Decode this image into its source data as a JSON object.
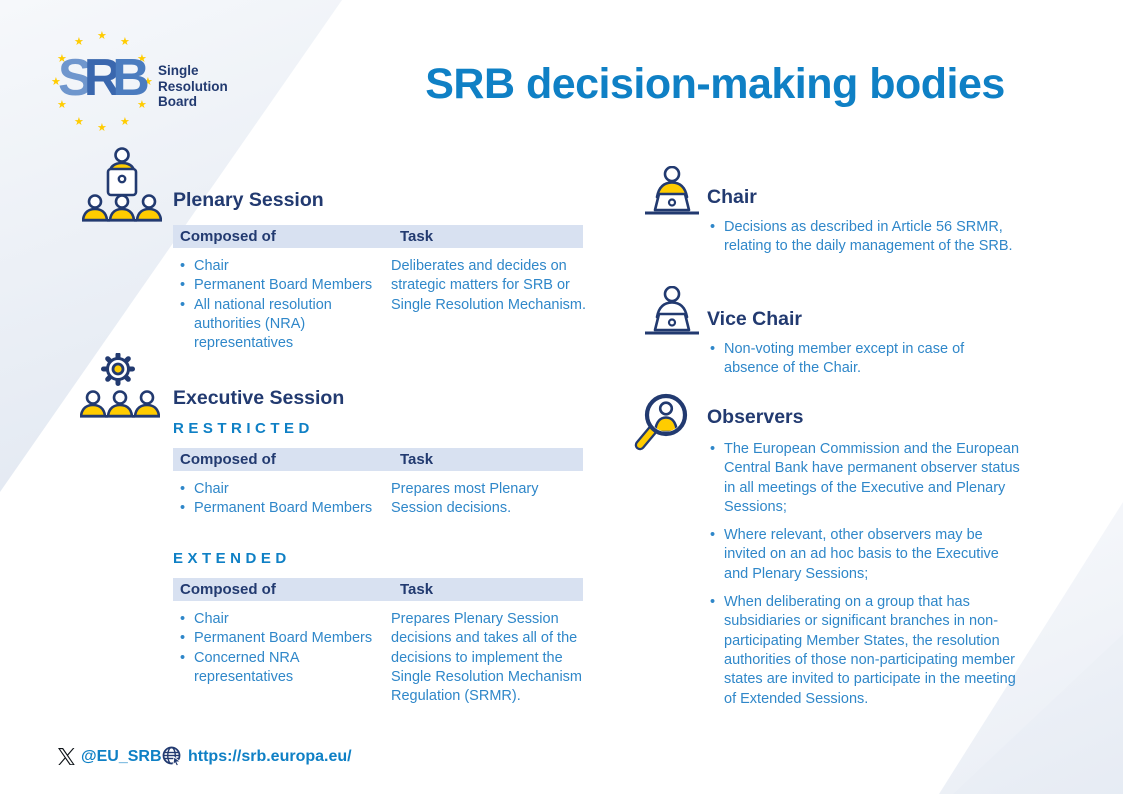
{
  "logo": {
    "acronym_letters": [
      "S",
      "R",
      "B"
    ],
    "name_lines": [
      "Single",
      "Resolution",
      "Board"
    ]
  },
  "header": {
    "title": "SRB decision-making bodies"
  },
  "left_column": {
    "plenary": {
      "heading": "Plenary Session",
      "table": {
        "composed_header": "Composed of",
        "task_header": "Task",
        "composed_of": [
          "Chair",
          "Permanent Board Members",
          "All national resolution authorities (NRA) representatives"
        ],
        "task": "Deliberates and decides on strategic matters for SRB or Single Resolution Mechanism."
      }
    },
    "executive": {
      "heading": "Executive Session",
      "restricted": {
        "label": "RESTRICTED",
        "table": {
          "composed_header": "Composed of",
          "task_header": "Task",
          "composed_of": [
            "Chair",
            "Permanent Board Members"
          ],
          "task": "Prepares most Plenary Session decisions."
        }
      },
      "extended": {
        "label": "EXTENDED",
        "table": {
          "composed_header": "Composed of",
          "task_header": "Task",
          "composed_of": [
            "Chair",
            "Permanent Board Members",
            "Concerned NRA representatives"
          ],
          "task": "Prepares Plenary Session decisions and takes all of the decisions to implement the Single Resolution Mechanism Regulation (SRMR)."
        }
      }
    }
  },
  "right_column": {
    "chair": {
      "heading": "Chair",
      "bullets": [
        "Decisions as described in Article 56 SRMR, relating to the daily management of the SRB."
      ]
    },
    "vice_chair": {
      "heading": "Vice Chair",
      "bullets": [
        "Non-voting member except in case of absence of the Chair."
      ]
    },
    "observers": {
      "heading": "Observers",
      "bullets": [
        "The European Commission and the European Central Bank have permanent observer status in all meetings of the Executive and Plenary Sessions;",
        "Where relevant, other observers may be invited on an ad hoc basis to the Executive and Plenary Sessions;",
        "When deliberating on a group that has subsidiaries or significant branches in non-participating Member States, the resolution authorities of those non-participating member states are invited to participate in the meeting of Extended Sessions."
      ]
    }
  },
  "footer": {
    "x_handle": "@EU_SRB",
    "website": "https://srb.europa.eu/"
  },
  "icons": {
    "plenary": "speaker-podium-audience-icon",
    "executive": "gear-audience-icon",
    "chair": "person-at-desk-icon",
    "vice_chair": "person-at-desk-outline-icon",
    "observers": "magnifier-person-icon",
    "social": "x-social-icon",
    "web": "globe-cursor-icon",
    "logo_stars": "eu-stars-icon"
  },
  "colors": {
    "accent_blue": "#0f80c5",
    "navy": "#223a70",
    "body_blue": "#2f87c9",
    "band_background": "#d8e1f1",
    "star_yellow": "#ffcc00"
  }
}
